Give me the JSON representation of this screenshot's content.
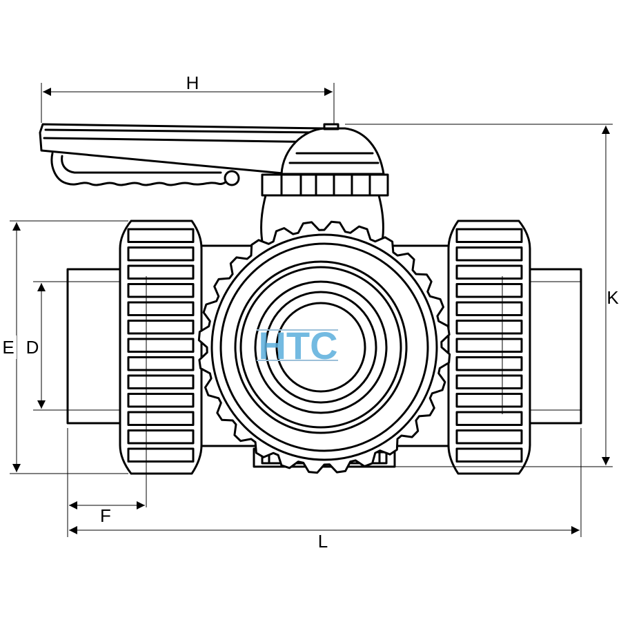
{
  "dimension_labels": {
    "H": "H",
    "K": "K",
    "E": "E",
    "D": "D",
    "F": "F",
    "L": "L"
  },
  "watermark": "HTC",
  "colors": {
    "line": "#000000",
    "watermark_fill": "#5aaedc",
    "background": "#ffffff"
  }
}
